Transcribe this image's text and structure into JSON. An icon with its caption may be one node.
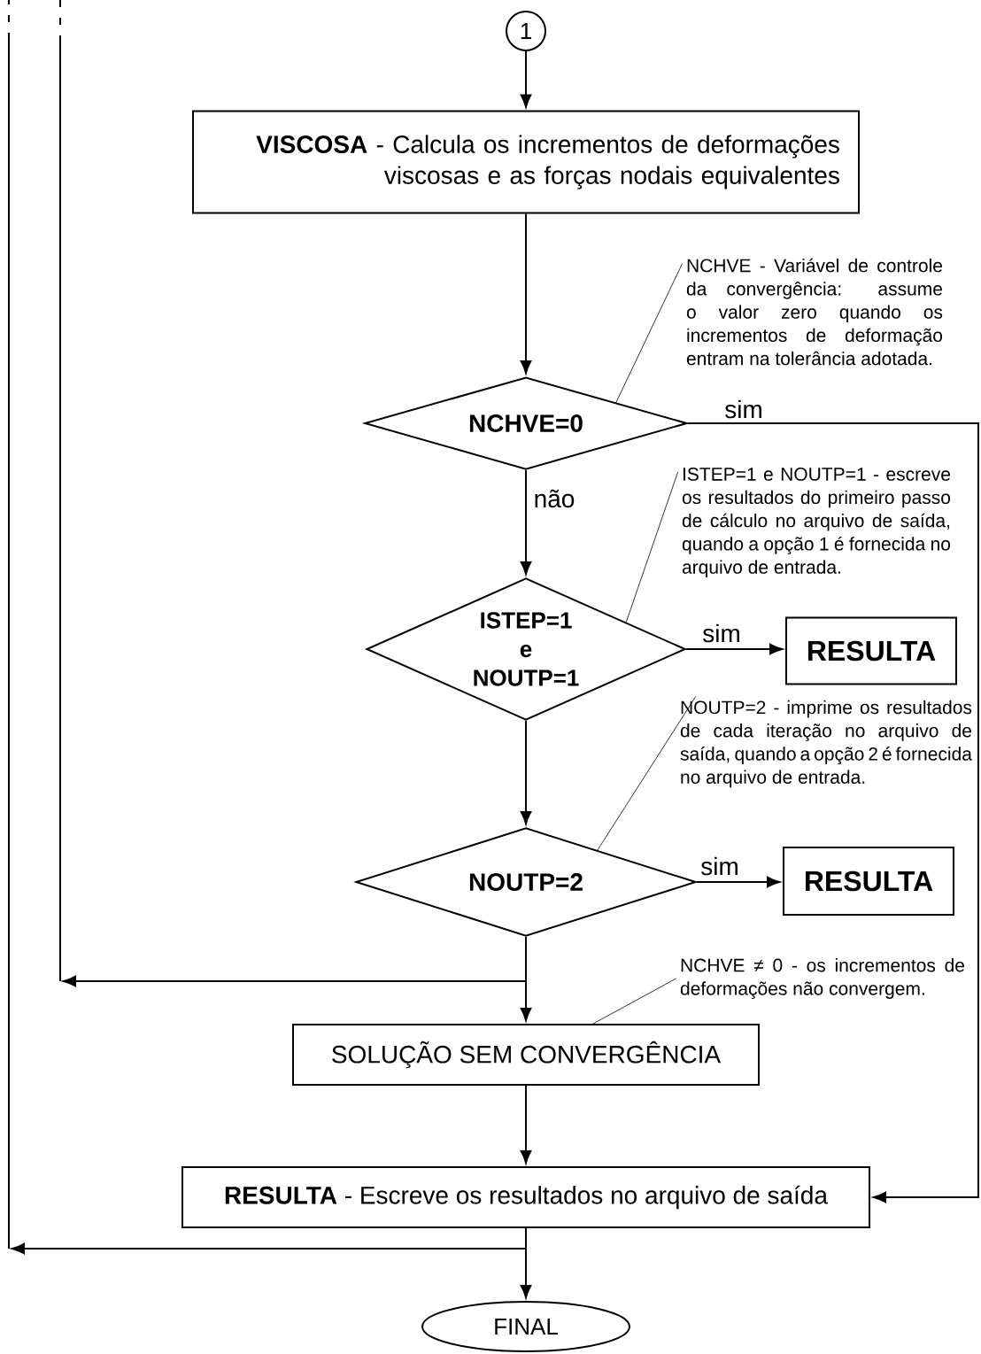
{
  "diagram": {
    "nodes": [
      {
        "text": [
          "1"
        ]
      },
      {
        "text": [
          "**VISCOSA** - Calcula os incrementos de deformações viscosas e as forças nodais equivalentes"
        ]
      },
      {
        "text": [
          "NCHVE=0"
        ]
      },
      {
        "text": [
          "ISTEP=1 e NOUTP=1"
        ]
      },
      {
        "text": [
          "RESULTA"
        ]
      },
      {
        "text": [
          "NOUTP=2"
        ]
      },
      {
        "text": [
          "RESULTA"
        ]
      },
      {
        "text": [
          "SOLUÇÃO SEM CONVERGÊNCIA"
        ]
      },
      {
        "text": [
          "**RESULTA** - Escreve os resultados no arquivo de saída"
        ]
      },
      {
        "text": [
          "FINAL"
        ]
      },
      {
        "text": [
          "NCHVE - Variável de controle da convergência: assume o valor zero quando os incrementos de deformação entram na tolerância adotada."
        ]
      },
      {
        "text": [
          "ISTEP=1 e NOUTP=1 - escreve os resultados do primeiro passo de cálculo no arquivo de saída, quando a opção 1 é fornecida no arquivo de entrada."
        ]
      },
      {
        "text": [
          "NOUTP=2 - imprime os resultados de cada iteração no arquivo de saída, quando a opção 2 é fornecida no arquivo de entrada."
        ]
      },
      {
        "text": [
          "NCHVE ≠ 0 - os incrementos de deformações não convergem."
        ]
      }
    ],
    "edges": [
      {
        "from": 0,
        "to": 1,
        "arrow": "to"
      },
      {
        "from": 1,
        "to": 2,
        "arrow": "to"
      },
      {
        "from": 2,
        "to": 8,
        "arrow": "to",
        "label": "sim"
      },
      {
        "from": 2,
        "to": 3,
        "arrow": "to",
        "label": "não"
      },
      {
        "from": 3,
        "to": 4,
        "arrow": "to",
        "label": "sim"
      },
      {
        "from": 3,
        "to": 5,
        "arrow": "to"
      },
      {
        "from": 5,
        "to": 6,
        "arrow": "to",
        "label": "sim"
      },
      {
        "from": 5,
        "to": 7,
        "arrow": "to"
      },
      {
        "from": 5,
        "to": null,
        "arrow": "to"
      },
      {
        "from": 7,
        "to": 8,
        "arrow": "to"
      },
      {
        "from": 8,
        "to": 9,
        "arrow": "to"
      },
      {
        "from": 8,
        "to": null,
        "arrow": "to"
      },
      {
        "from": 10,
        "to": 2,
        "arrow": "none"
      },
      {
        "from": 11,
        "to": 3,
        "arrow": "none"
      },
      {
        "from": 12,
        "to": 5,
        "arrow": "none"
      },
      {
        "from": 13,
        "to": 7,
        "arrow": "none"
      }
    ]
  }
}
